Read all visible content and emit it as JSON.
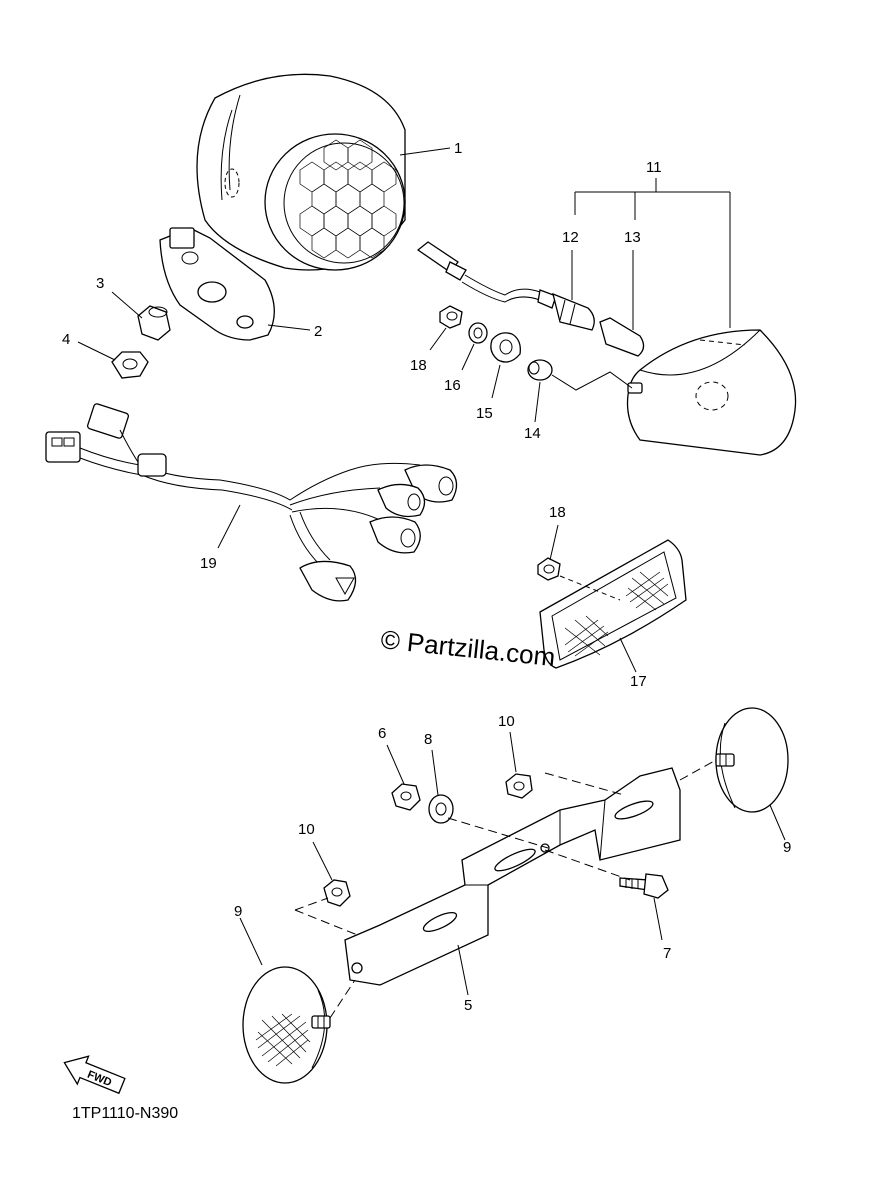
{
  "callouts": {
    "c1": "1",
    "c2": "2",
    "c3": "3",
    "c4": "4",
    "c5": "5",
    "c6": "6",
    "c7": "7",
    "c8": "8",
    "c9a": "9",
    "c9b": "9",
    "c10a": "10",
    "c10b": "10",
    "c11": "11",
    "c12": "12",
    "c13": "13",
    "c14": "14",
    "c15": "15",
    "c16": "16",
    "c17": "17",
    "c18a": "18",
    "c18b": "18",
    "c19": "19"
  },
  "watermark": "© Partzilla.com",
  "fwd_label": "FWD",
  "diagram_code": "1TP1110-N390",
  "icons": {
    "direction": "fwd-arrow-icon"
  },
  "colors": {
    "ink": "#000000",
    "paper": "#ffffff"
  }
}
